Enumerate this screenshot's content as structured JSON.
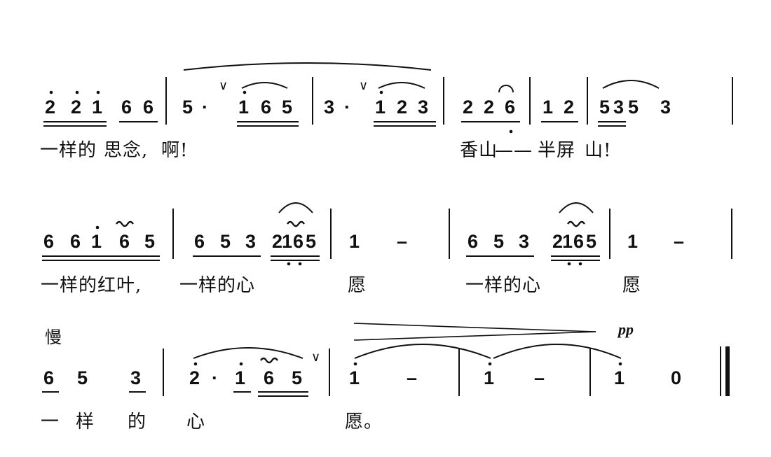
{
  "lines": [
    {
      "notes": [
        "2",
        "2",
        "1",
        "6",
        "6",
        "5",
        "·",
        "1",
        "6",
        "5",
        "3",
        "·",
        "1",
        "2",
        "3",
        "2",
        "2",
        "6",
        "1",
        "2",
        "5",
        "3",
        "5",
        "3"
      ],
      "lyric": [
        "一样的",
        "思念,",
        "啊!",
        "香山",
        "——",
        "半屏",
        "山!"
      ],
      "breaths": [
        "∨",
        "∨"
      ]
    },
    {
      "notes": [
        "6",
        "6",
        "1",
        "6",
        "5",
        "6",
        "5",
        "3",
        "2",
        "1",
        "6",
        "5",
        "1",
        "–",
        "6",
        "5",
        "3",
        "2",
        "1",
        "6",
        "5",
        "1",
        "–"
      ],
      "lyric": [
        "一样的红叶,",
        "一样的心",
        "愿",
        "一样的心",
        "愿"
      ]
    },
    {
      "tempo": "慢",
      "dynamic": "pp",
      "notes": [
        "6",
        "5",
        "3",
        "2",
        "·",
        "1",
        "6",
        "5",
        "1",
        "–",
        "1",
        "–",
        "1",
        "0"
      ],
      "lyric": [
        "一",
        "样",
        "的",
        "心",
        "愿。"
      ],
      "breaths": [
        "∨"
      ]
    }
  ]
}
